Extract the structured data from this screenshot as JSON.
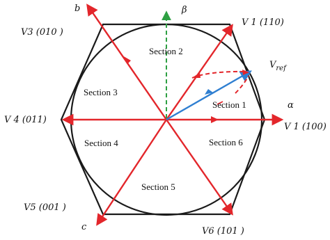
{
  "colors": {
    "outline": "#1a1a1a",
    "phase_axis": "#e3262b",
    "beta_axis": "#2ea043",
    "vref": "#2f7fd1",
    "construction": "#e3262b"
  },
  "vertices": {
    "v1_110": "V 1 (110)",
    "v3_010": "V3 (010 )",
    "v4_011": "V 4 (011)",
    "v5_001": "V5 (001 )",
    "v6_101": "V6 (101 )",
    "v1_100": "V 1 (100)"
  },
  "axes": {
    "alpha": "α",
    "beta": "β",
    "b": "b",
    "c": "c"
  },
  "vref": {
    "label_main": "V",
    "label_sub": "ref"
  },
  "sections": {
    "s1": "Section 1",
    "s2": "Section 2",
    "s3": "Section 3",
    "s4": "Section 4",
    "s5": "Section 5",
    "s6": "Section 6"
  }
}
